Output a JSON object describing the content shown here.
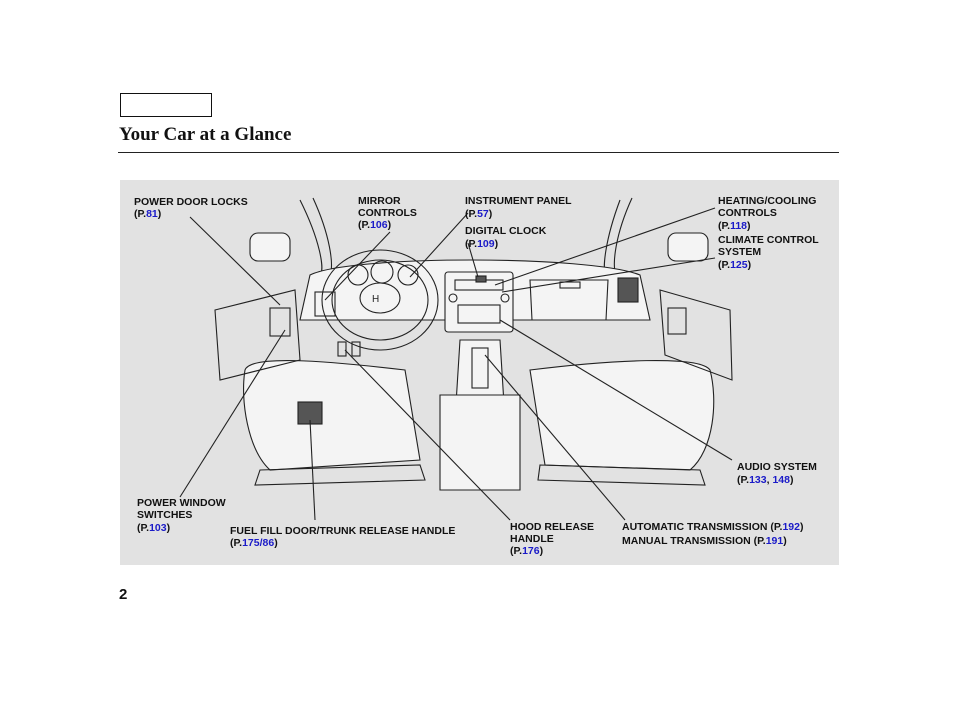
{
  "header": {
    "title": "Your Car at a Glance"
  },
  "page_number": "2",
  "callouts": {
    "power_door_locks": {
      "label": "POWER DOOR LOCKS",
      "p": "(P.",
      "n1": "81",
      "close": ")"
    },
    "mirror_controls": {
      "line1": "MIRROR",
      "line2": "CONTROLS",
      "p": "(P.",
      "n1": "106",
      "close": ")"
    },
    "instrument_panel": {
      "label": "INSTRUMENT PANEL",
      "p": "(P.",
      "n1": "57",
      "close": ")"
    },
    "digital_clock": {
      "label": "DIGITAL CLOCK",
      "p": "(P.",
      "n1": "109",
      "close": ")"
    },
    "heating_cooling": {
      "line1": "HEATING/COOLING",
      "line2": "CONTROLS",
      "p": "(P.",
      "n1": "118",
      "close": ")"
    },
    "climate_control": {
      "line1": "CLIMATE CONTROL",
      "line2": "SYSTEM",
      "p": "(P.",
      "n1": "125",
      "close": ")"
    },
    "audio_system": {
      "label": "AUDIO SYSTEM",
      "p": "(P.",
      "n1": "133",
      "sep": ", ",
      "n2": "148",
      "close": ")"
    },
    "power_window": {
      "line1": "POWER WINDOW",
      "line2": "SWITCHES",
      "p": "(P.",
      "n1": "103",
      "close": ")"
    },
    "fuel_fill": {
      "label": "FUEL FILL DOOR/TRUNK RELEASE HANDLE",
      "p": "(P.",
      "n1": "175",
      "sep": "/",
      "n2": "86",
      "close": ")"
    },
    "hood_release": {
      "line1": "HOOD RELEASE",
      "line2": "HANDLE",
      "p": "(P.",
      "n1": "176",
      "close": ")"
    },
    "auto_trans": {
      "label": "AUTOMATIC TRANSMISSION",
      "p": " (P.",
      "n1": "192",
      "close": ")"
    },
    "manual_trans": {
      "label": "MANUAL TRANSMISSION",
      "p": " (P.",
      "n1": "191",
      "close": ")"
    }
  },
  "colors": {
    "page_ref": "#1a1ac8",
    "panel_bg": "#e2e2e2"
  }
}
